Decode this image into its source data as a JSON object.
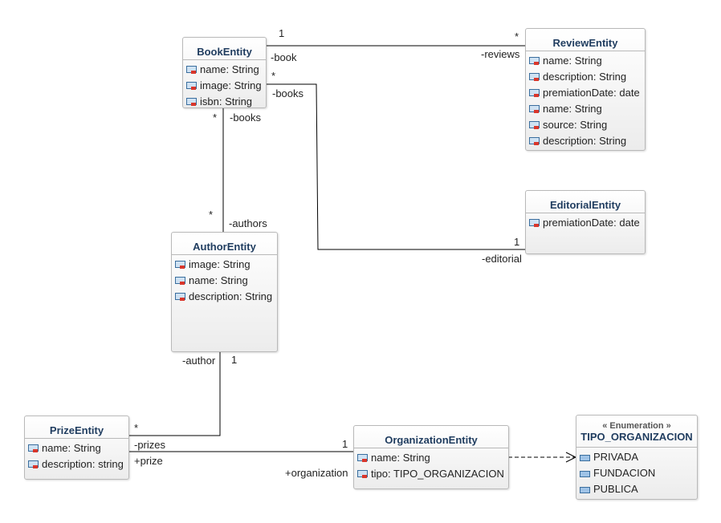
{
  "classes": {
    "book": {
      "name": "BookEntity",
      "attributes": [
        "name: String",
        "image: String",
        "isbn: String"
      ]
    },
    "review": {
      "name": "ReviewEntity",
      "attributes": [
        "name: String",
        "description: String",
        "premiationDate: date",
        "name: String",
        "source: String",
        "description: String"
      ]
    },
    "editorial": {
      "name": "EditorialEntity",
      "attributes": [
        "premiationDate: date"
      ]
    },
    "author": {
      "name": "AuthorEntity",
      "attributes": [
        "image: String",
        "name: String",
        "description: String"
      ]
    },
    "prize": {
      "name": "PrizeEntity",
      "attributes": [
        "name: String",
        "description: string"
      ]
    },
    "organization": {
      "name": "OrganizationEntity",
      "attributes": [
        "name: String",
        "tipo: TIPO_ORGANIZACION"
      ]
    },
    "tipo_enum": {
      "stereotype": "« Enumeration »",
      "name": "TIPO_ORGANIZACION",
      "literals": [
        "PRIVADA",
        "FUNDACION",
        "PUBLICA"
      ]
    }
  },
  "associations": {
    "book_review": {
      "mult_book": "1",
      "role_book": "-book",
      "mult_review": "*",
      "role_review": "-reviews"
    },
    "book_editorial": {
      "mult_book": "*",
      "role_book": "-books",
      "mult_editorial": "1",
      "role_editorial": "-editorial"
    },
    "book_author": {
      "mult_book": "*",
      "role_book": "-books",
      "mult_author": "*",
      "role_author": "-authors"
    },
    "author_prize": {
      "mult_author": "1",
      "role_author": "-author",
      "mult_prize": "*",
      "role_prize": "-prizes"
    },
    "prize_organization": {
      "role_prize": "+prize",
      "mult_org": "1",
      "role_org": "+organization"
    }
  },
  "colors": {
    "class_title": "#1f3c5f",
    "border": "#b9b9b9",
    "line": "#000000"
  }
}
